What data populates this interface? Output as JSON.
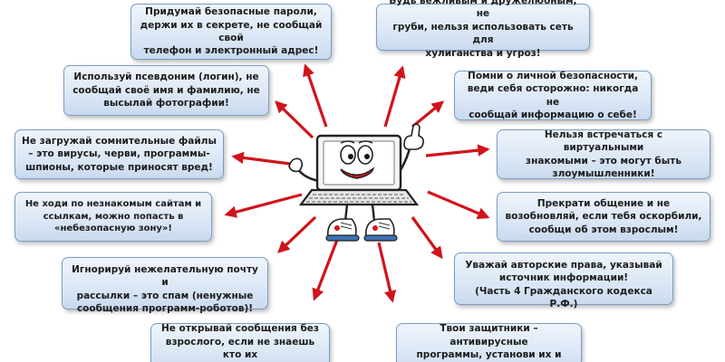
{
  "diagram": {
    "arrow_color": "#d0141b",
    "box_border_color": "#7a9cc6",
    "box_fill_color": "#dde8f6",
    "mascot": "smiling-laptop-icon",
    "rules": [
      {
        "id": "r0",
        "text": "Придумай безопасные пароли,\nдержи их в секрете, не сообщай свой\nтелефон и электронный адрес!"
      },
      {
        "id": "r1",
        "text": "Будь вежливым и дружелюбным, не\nгруби, нельзя использовать сеть для\nхулиганства и угроз!"
      },
      {
        "id": "r2",
        "text": "Используй псевдоним (логин), не\nсообщай своё имя и фамилию, не\nвысылай фотографии!"
      },
      {
        "id": "r3",
        "text": "Помни о личной безопасности,\nведи себя осторожно: никогда не\nсообщай информацию о себе!"
      },
      {
        "id": "r4",
        "text": "Не загружай сомнительные файлы\n– это вирусы, черви, программы-\nшпионы, которые приносят вред!"
      },
      {
        "id": "r5",
        "text": "Нельзя встречаться с виртуальными\nзнакомыми – это могут быть\nзлоумышленники!"
      },
      {
        "id": "r6",
        "text": "Не ходи по незнакомым сайтам и\nссылкам, можно попасть в\n«небезопасную зону»!"
      },
      {
        "id": "r7",
        "text": "Прекрати общение и не\nвозобновляй, если тебя оскорбили,\nсообщи об этом взрослым!"
      },
      {
        "id": "r8",
        "text": "Уважай авторские  права, указывай\nисточник информации!\n(Часть 4 Гражданского кодекса Р.Ф.)"
      },
      {
        "id": "r9",
        "text": "Игнорируй нежелательную почту и\nрассылки – это спам (ненужные\nсообщения программ-роботов)!"
      },
      {
        "id": "r10",
        "text": "Не открывай сообщения без\nвзрослого, если не знаешь кто их\nотправил!"
      },
      {
        "id": "r11",
        "text": "Твои защитники – антивирусные\nпрограммы, установи их и\nрегулярно обновляй!"
      }
    ]
  }
}
